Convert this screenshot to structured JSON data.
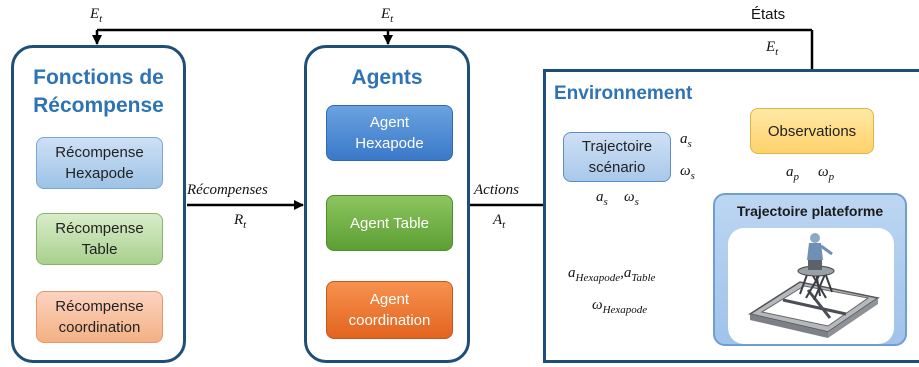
{
  "panels": {
    "reward": {
      "title_line1": "Fonctions de",
      "title_line2": "Récompense",
      "boxes": [
        {
          "line1": "Récompense",
          "line2": "Hexapode"
        },
        {
          "line1": "Récompense",
          "line2": "Table"
        },
        {
          "line1": "Récompense",
          "line2": "coordination"
        }
      ]
    },
    "agents": {
      "title": "Agents",
      "boxes": [
        {
          "line1": "Agent",
          "line2": "Hexapode"
        },
        {
          "line1": "Agent Table",
          "line2": ""
        },
        {
          "line1": "Agent",
          "line2": "coordination"
        }
      ]
    },
    "environment": {
      "title": "Environnement",
      "scenario_line1": "Trajectoire",
      "scenario_line2": "scénario",
      "observations": "Observations",
      "platform_title": "Trajectoire plateforme"
    }
  },
  "labels": {
    "Et_left": {
      "base": "E",
      "sub": "t"
    },
    "Et_middle": {
      "base": "E",
      "sub": "t"
    },
    "etats": "États",
    "Et_right": {
      "base": "E",
      "sub": "t"
    },
    "recompenses": "Récompenses",
    "Rt": {
      "base": "R",
      "sub": "t"
    },
    "actions": "Actions",
    "At": {
      "base": "A",
      "sub": "t"
    },
    "as_top": {
      "base": "a",
      "sub": "s"
    },
    "ws_top": {
      "base": "ω",
      "sub": "s"
    },
    "as_mid": {
      "base": "a",
      "sub": "s"
    },
    "ws_mid": {
      "base": "ω",
      "sub": "s"
    },
    "ap": {
      "base": "a",
      "sub": "p"
    },
    "wp": {
      "base": "ω",
      "sub": "p"
    },
    "a_hexapode": {
      "base": "a",
      "sub": "Hexapode"
    },
    "comma": ",",
    "a_table": {
      "base": "a",
      "sub": "Table"
    },
    "w_hexapode": {
      "base": "ω",
      "sub": "Hexapode"
    }
  },
  "colors": {
    "panel_border": "#1f4e79",
    "title_blue": "#2e74b5",
    "wire": "#000000"
  }
}
